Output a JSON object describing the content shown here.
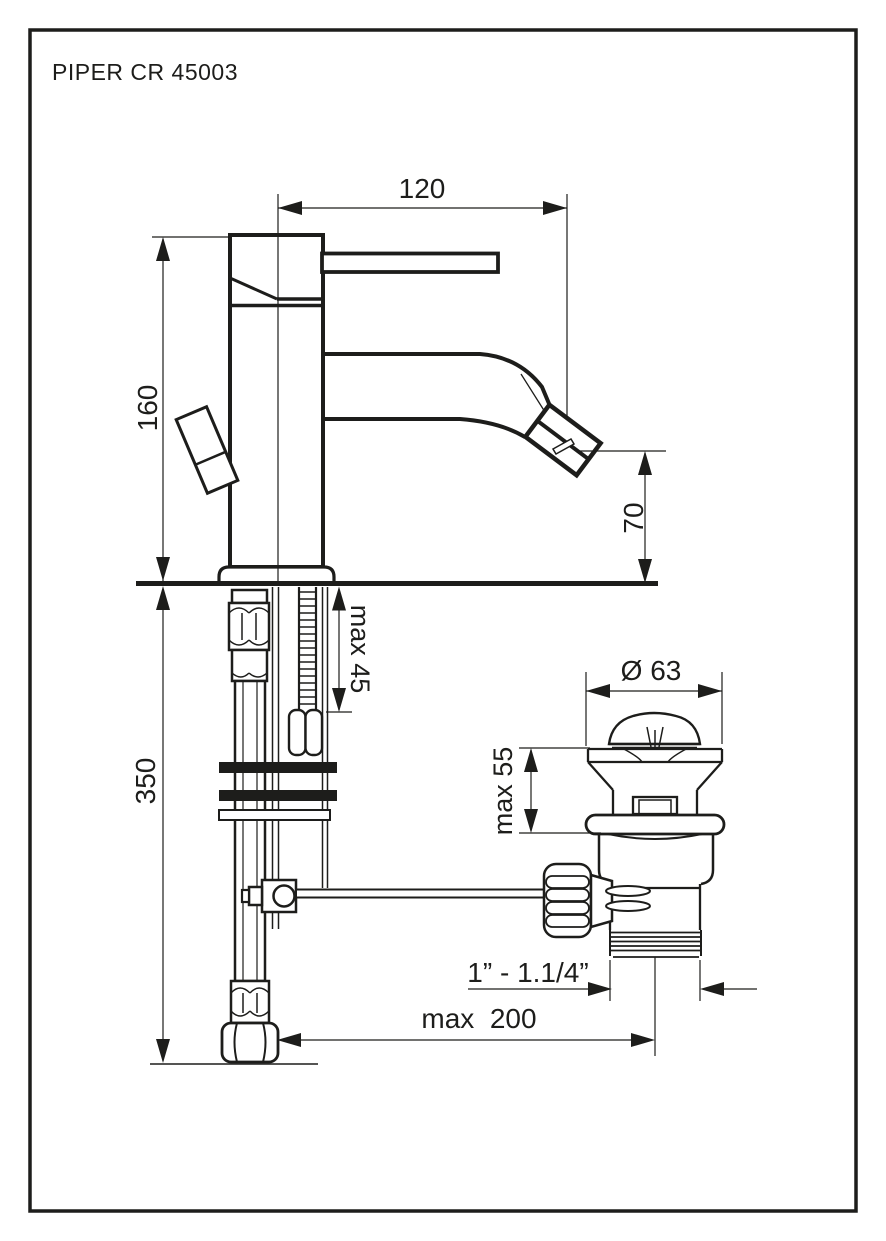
{
  "colors": {
    "ink": "#1d1d1b",
    "paper": "#ffffff"
  },
  "drawing": {
    "title": "PIPER CR 45003",
    "type_note": "single-lever basin mixer with pop-up waste, dimensioned technical drawing",
    "dimensions": {
      "spout_reach": "120",
      "body_height": "160",
      "spout_outlet_height": "70",
      "max_deck_thickness": "max 45",
      "supply_hose_drop": "350",
      "waste_cap_diameter": "Ø 63",
      "waste_max_height": "max 55",
      "waste_thread_size": "1” - 1.1/4”",
      "pop_up_rod_reach": "max  200"
    }
  }
}
